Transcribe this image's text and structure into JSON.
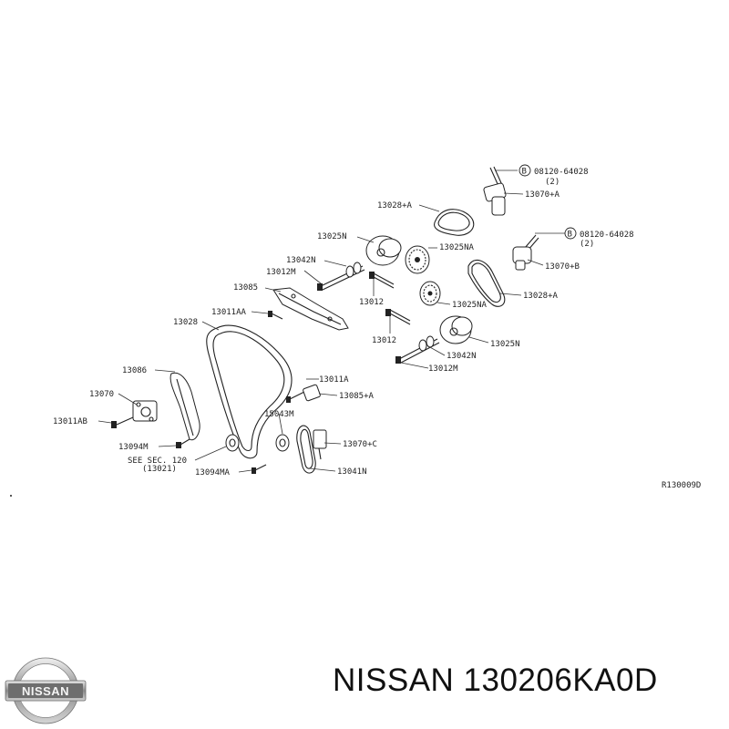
{
  "labels": {
    "l_13028A_top": "13028+A",
    "l_08120_top": "08120-64028",
    "l_2_top": "(2)",
    "l_13070A": "13070+A",
    "l_B_top": "B",
    "l_08120_mid": "08120-64028",
    "l_2_mid": "(2)",
    "l_B_mid": "B",
    "l_13070B": "13070+B",
    "l_13025N_top": "13025N",
    "l_13025NA_top": "13025NA",
    "l_13042N_top": "13042N",
    "l_13012M_top": "13012M",
    "l_13085": "13085",
    "l_13012_top": "13012",
    "l_13028A_right": "13028+A",
    "l_13011AA": "13011AA",
    "l_13025NA_mid": "13025NA",
    "l_13028": "13028",
    "l_13012_mid": "13012",
    "l_13025N_mid": "13025N",
    "l_13042N_mid": "13042N",
    "l_13012M_mid": "13012M",
    "l_13086": "13086",
    "l_13011A": "13011A",
    "l_13085A": "13085+A",
    "l_13070": "13070",
    "l_15043M": "15043M",
    "l_13011AB": "13011AB",
    "l_13094M": "13094M",
    "l_13070C": "13070+C",
    "l_sec1": "SEE SEC. 120",
    "l_sec2": "(13021)",
    "l_13094MA": "13094MA",
    "l_13041N": "13041N",
    "l_ref": "R130009D"
  },
  "brand": {
    "logo_text": "NISSAN",
    "part_caption": "NISSAN 130206KA0D"
  }
}
